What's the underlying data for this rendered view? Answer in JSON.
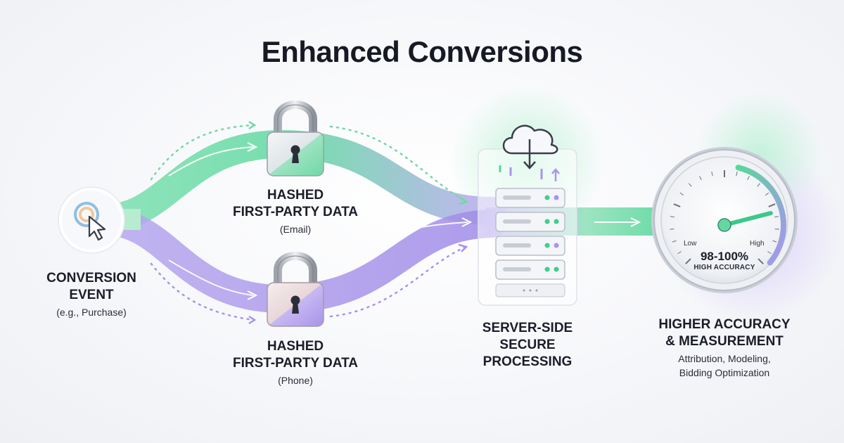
{
  "title": "Enhanced Conversions",
  "conversion": {
    "heading_1": "CONVERSION",
    "heading_2": "EVENT",
    "sub": "(e.g., Purchase)"
  },
  "hashed_email": {
    "heading_1": "HASHED",
    "heading_2": "FIRST-PARTY DATA",
    "sub": "(Email)"
  },
  "hashed_phone": {
    "heading_1": "HASHED",
    "heading_2": "FIRST-PARTY DATA",
    "sub": "(Phone)"
  },
  "server": {
    "heading_1": "SERVER-SIDE",
    "heading_2": "SECURE",
    "heading_3": "PROCESSING"
  },
  "accuracy": {
    "heading_1": "HIGHER ACCURACY",
    "heading_2": "& MEASUREMENT",
    "sub_1": "Attribution, Modeling,",
    "sub_2": "Bidding Optimization"
  },
  "gauge": {
    "low_label": "Low",
    "high_label": "High",
    "value_text": "98-100%",
    "caption": "HIGH ACCURACY",
    "level": 0.98
  },
  "colors": {
    "green": "#58d79a",
    "purple": "#a894ec",
    "accent_green": "#3ecf8e",
    "dark": "#1b1d2a"
  },
  "icons": [
    "cursor-click-icon",
    "padlock-icon",
    "cloud-download-icon",
    "server-rack-icon",
    "gauge-icon"
  ]
}
